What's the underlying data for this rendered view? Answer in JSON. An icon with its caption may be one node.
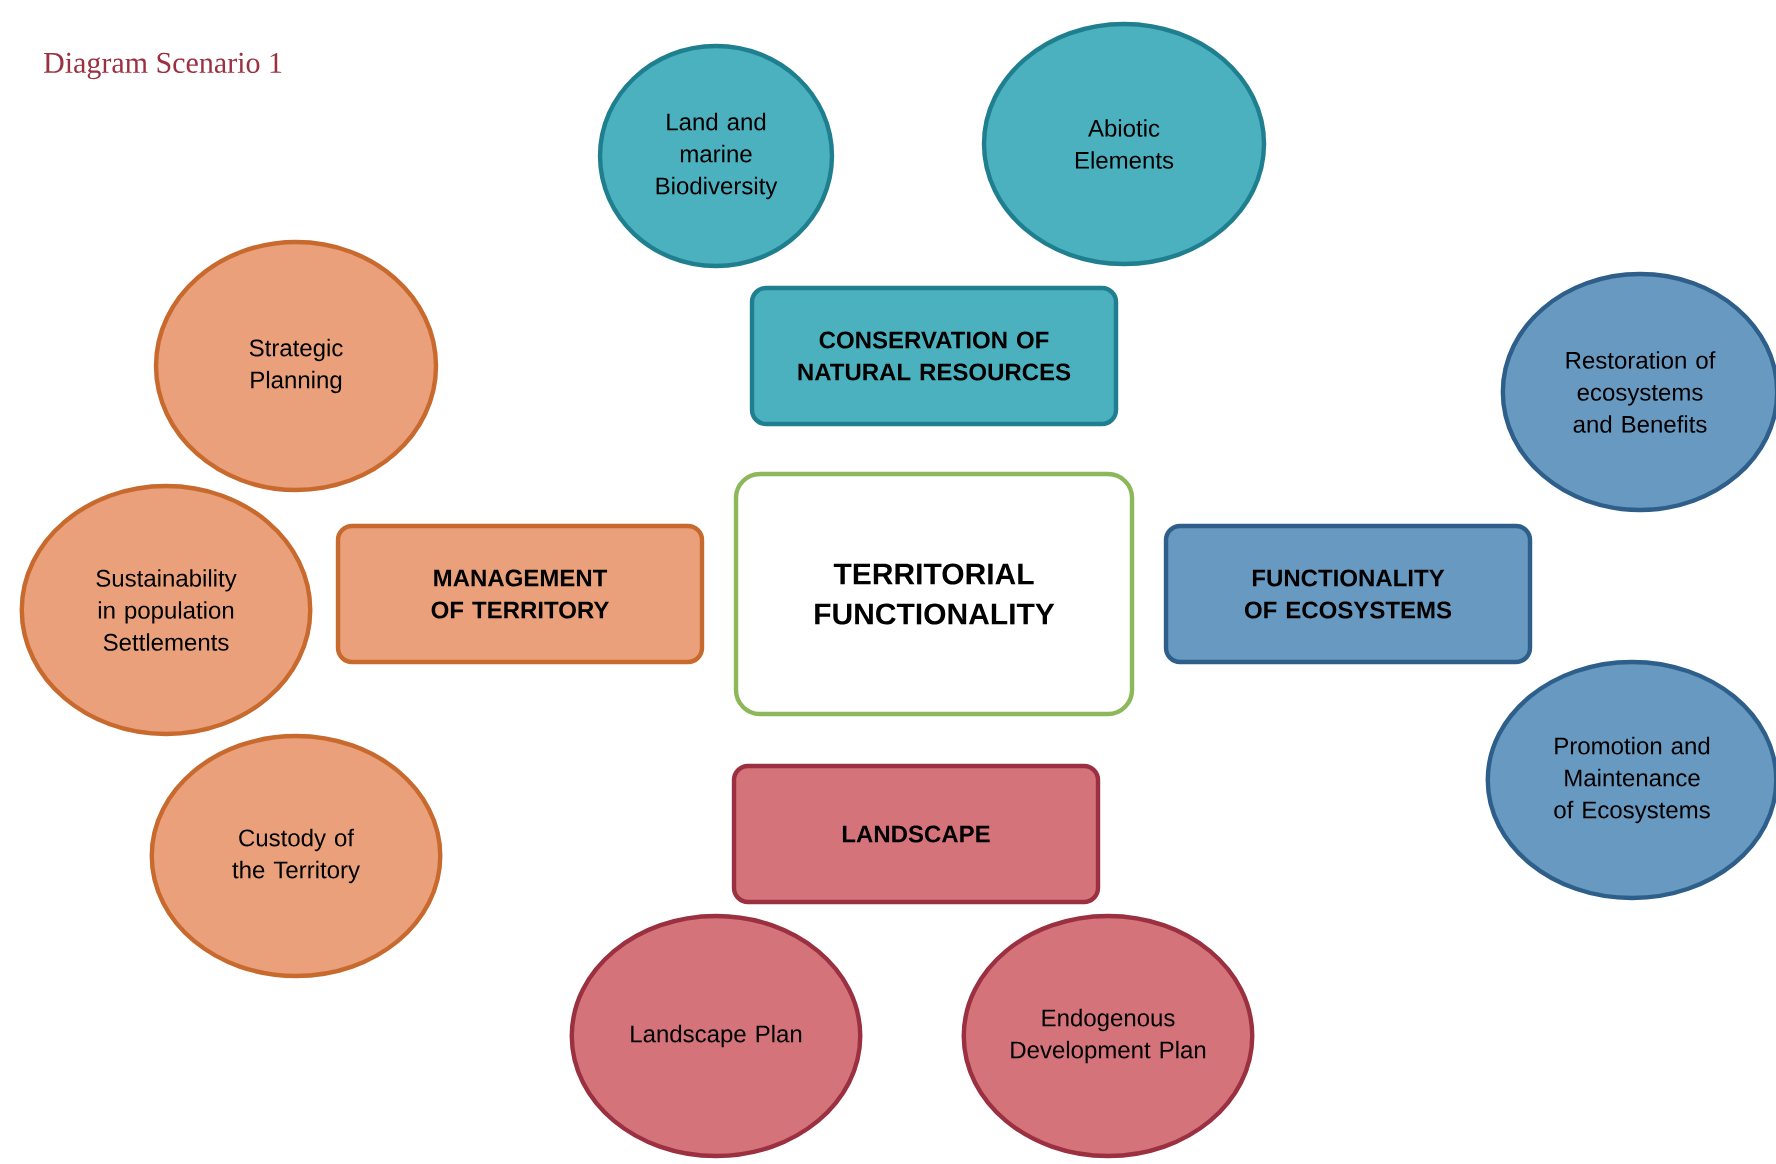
{
  "diagram": {
    "title": "Diagram Scenario 1",
    "nodes": [
      {
        "text": [
          "Land and marine Biodiversity"
        ]
      },
      {
        "text": [
          "Abiotic Elements"
        ]
      },
      {
        "text": [
          "Strategic Planning"
        ]
      },
      {
        "text": [
          "CONSERVATION OF NATURAL RESOURCES"
        ]
      },
      {
        "text": [
          "Restoration of ecosystems and Benefits"
        ]
      },
      {
        "text": [
          "Sustainability in population Settlements"
        ]
      },
      {
        "text": [
          "MANAGEMENT OF TERRITORY"
        ]
      },
      {
        "text": [
          "TERRITORIAL FUNCTIONALITY"
        ]
      },
      {
        "text": [
          "FUNCTIONALITY OF ECOSYSTEMS"
        ]
      },
      {
        "text": [
          "Promotion and Maintenance of Ecosystems"
        ]
      },
      {
        "text": [
          "Custody of the Territory"
        ]
      },
      {
        "text": [
          "LANDSCAPE"
        ]
      },
      {
        "text": [
          "Landscape Plan"
        ]
      },
      {
        "text": [
          "Endogenous Development Plan"
        ]
      }
    ]
  }
}
